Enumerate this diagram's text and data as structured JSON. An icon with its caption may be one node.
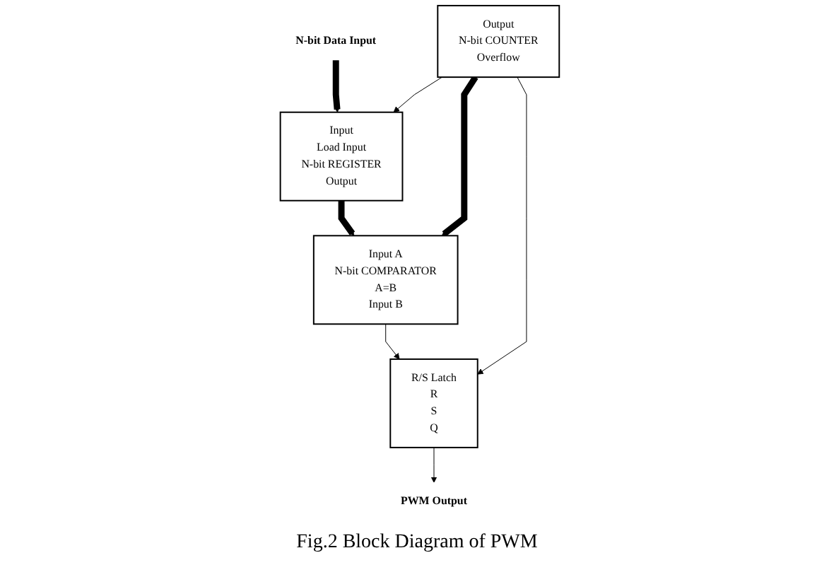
{
  "diagram": {
    "caption": "Fig.2 Block Diagram of PWM",
    "nodes": [
      {
        "text": [
          "N-bit Data Input"
        ]
      },
      {
        "text": [
          "Input",
          "Load Input",
          "N-bit REGISTER",
          "Output"
        ]
      },
      {
        "text": [
          "Input A",
          "N-bit COMPARATOR",
          "A=B",
          "Input B"
        ]
      },
      {
        "text": [
          "R/S Latch",
          "R",
          "S",
          "Q"
        ]
      },
      {
        "text": [
          "Output",
          "N-bit COUNTER",
          "Overflow"
        ]
      },
      {
        "text": [
          "PWM Output"
        ]
      }
    ],
    "edges": [
      {
        "from": 0,
        "to": 1,
        "arrow": "to",
        "style": "thick"
      },
      {
        "from": 1,
        "to": 2,
        "arrow": "to",
        "style": "thick"
      },
      {
        "from": 4,
        "to": 2,
        "arrow": "to",
        "style": "thick"
      },
      {
        "from": 2,
        "to": 3,
        "arrow": "to"
      },
      {
        "from": 4,
        "to": 3,
        "arrow": "to"
      },
      {
        "from": 4,
        "to": 1,
        "arrow": "to"
      },
      {
        "from": 3,
        "to": 5,
        "arrow": "to"
      }
    ]
  }
}
